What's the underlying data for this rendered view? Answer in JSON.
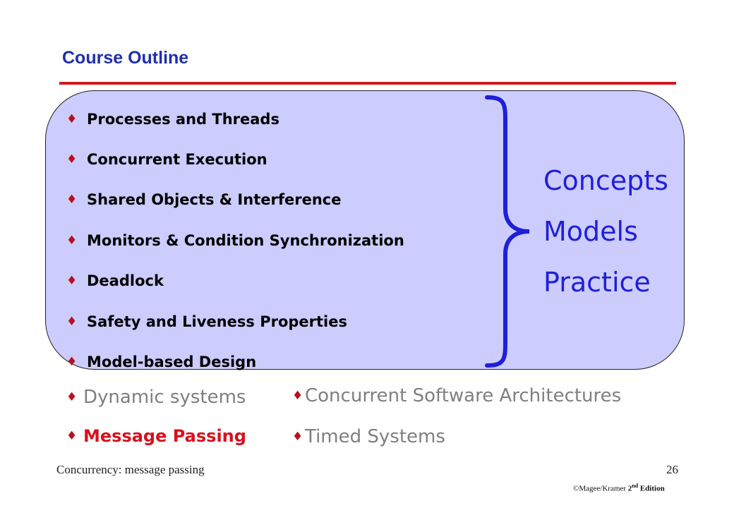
{
  "slide": {
    "title": "Course Outline"
  },
  "topics": [
    {
      "label": "Processes and Threads"
    },
    {
      "label": "Concurrent Execution"
    },
    {
      "label": "Shared Objects & Interference"
    },
    {
      "label": "Monitors & Condition Synchronization"
    },
    {
      "label": "Deadlock"
    },
    {
      "label": "Safety and Liveness Properties"
    },
    {
      "label": "Model-based Design"
    }
  ],
  "bullet_glyph": "♦",
  "grouping": {
    "words": [
      "Concepts",
      "Models",
      "Practice"
    ]
  },
  "extra_topics": {
    "dynamic_systems": "Dynamic systems",
    "message_passing": "Message Passing",
    "architectures": "Concurrent Software Architectures",
    "timed_systems": "Timed Systems"
  },
  "footer": {
    "left": "Concurrency: message passing",
    "page": "26",
    "copyright_prefix": "©Magee/Kramer ",
    "edition_number": "2",
    "edition_suffix": "nd",
    "edition_word": " Edition"
  },
  "colors": {
    "title": "#1f2fb0",
    "rule": "#cc1c1c",
    "panel": "#ccccff",
    "bullet": "#b8101c",
    "highlight": "#d8101c",
    "brace": "#1f1fd8",
    "muted": "#7f7f7f"
  }
}
